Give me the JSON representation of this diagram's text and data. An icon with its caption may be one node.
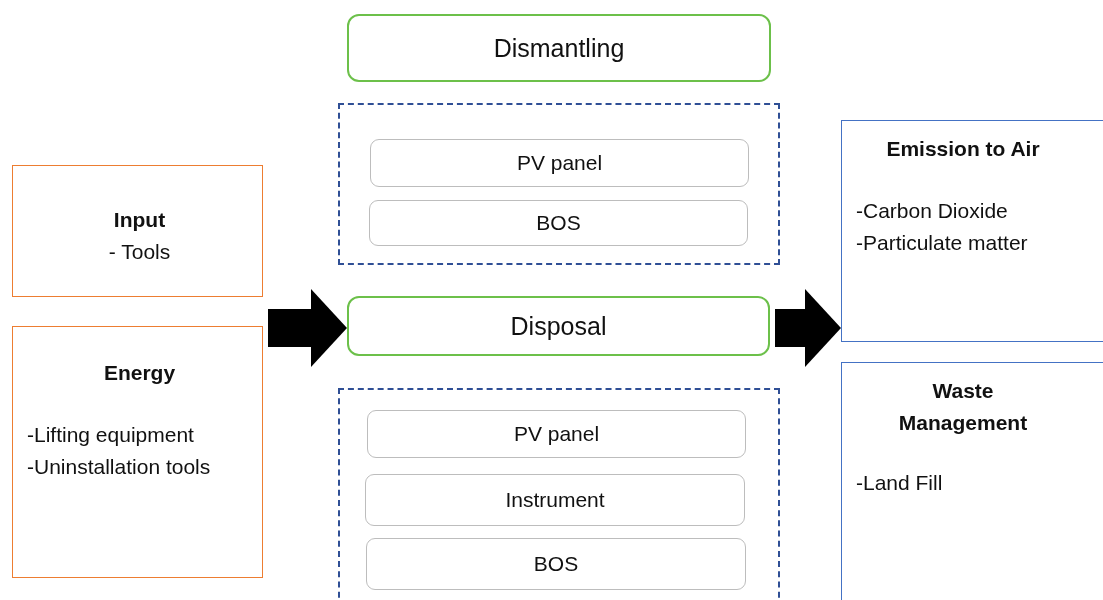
{
  "diagram": {
    "nodes": [
      {
        "text": [
          "Input",
          "- Tools"
        ]
      },
      {
        "text": [
          "Energy",
          "-Lifting equipment",
          "-Uninstallation tools"
        ]
      },
      {
        "text": [
          "Dismantling"
        ]
      },
      {
        "text": [],
        "shape": "box"
      },
      {
        "text": [
          "PV panel"
        ],
        "in": 3
      },
      {
        "text": [
          "BOS"
        ],
        "in": 3
      },
      {
        "text": [
          "Disposal"
        ]
      },
      {
        "text": [],
        "shape": "box"
      },
      {
        "text": [
          "PV panel"
        ],
        "in": 7
      },
      {
        "text": [
          "Instrument"
        ],
        "in": 7
      },
      {
        "text": [
          "BOS"
        ],
        "in": 7
      },
      {
        "text": [
          "Emission to Air",
          "-Carbon Dioxide",
          "-Particulate matter"
        ]
      },
      {
        "text": [
          "Waste Management",
          "-Land Fill"
        ]
      }
    ],
    "edges": [
      {
        "from": 1,
        "to": 6,
        "arrow": "to"
      },
      {
        "from": 6,
        "to": 11,
        "arrow": "to"
      }
    ]
  }
}
